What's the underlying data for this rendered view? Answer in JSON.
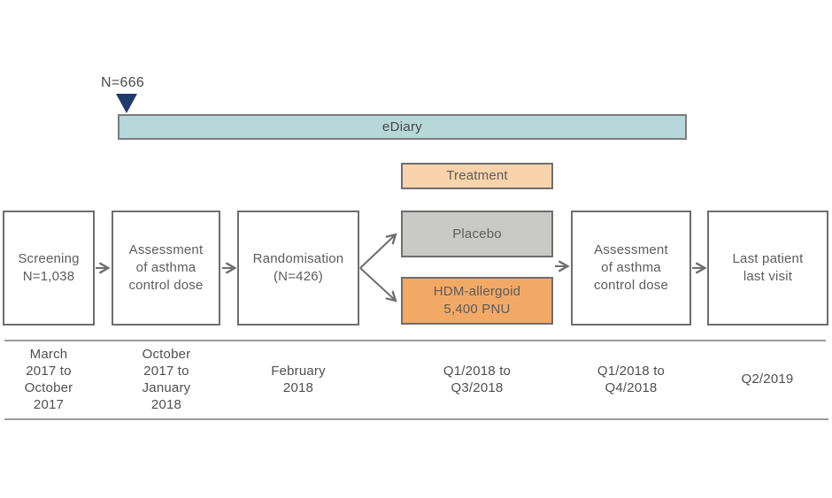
{
  "ediary": {
    "n_label": "N=666",
    "label": "eDiary"
  },
  "treatment": {
    "label": "Treatment"
  },
  "boxes": {
    "screening": {
      "label": "Screening\nN=1,038"
    },
    "assessment_1": {
      "label": "Assessment\nof asthma\ncontrol dose"
    },
    "randomisation": {
      "label": "Randomisation\n(N=426)"
    },
    "placebo": {
      "label": "Placebo"
    },
    "hdm_allergoid": {
      "label": "HDM-allergoid\n5,400 PNU"
    },
    "assessment_2": {
      "label": "Assessment\nof asthma\ncontrol dose"
    },
    "last_patient": {
      "label": "Last patient\nlast visit"
    }
  },
  "timeline": [
    {
      "label": "March\n2017 to\nOctober\n2017"
    },
    {
      "label": "October\n2017 to\nJanuary\n2018"
    },
    {
      "label": "February\n2018"
    },
    {
      "label": "Q1/2018 to\nQ3/2018"
    },
    {
      "label": "Q1/2018 to\nQ4/2018"
    },
    {
      "label": "Q2/2019"
    }
  ],
  "colors": {
    "ediary_fill": "#b7d7da",
    "treatment_fill": "#f9d3ab",
    "placebo_fill": "#c9c9c7",
    "hdm_fill": "#f2a966",
    "marker_navy": "#1f3a6d",
    "box_border": "#6e6e6e",
    "rule_gray": "#9b9b9b",
    "text_gray": "#595959"
  }
}
